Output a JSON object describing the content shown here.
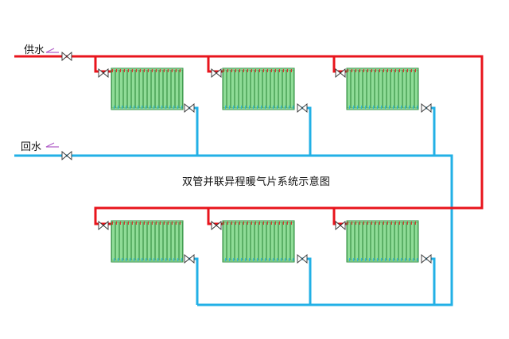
{
  "labels": {
    "supply": "供水",
    "return": "回水",
    "title": "双管并联异程暖气片系统示意图"
  },
  "colors": {
    "supply_pipe": "#e8141c",
    "return_pipe": "#22b0e6",
    "radiator_fill": "#aee9b0",
    "radiator_stroke": "#2f8f3f",
    "arrow": "#b05ec8",
    "background": "#ffffff"
  },
  "components": {
    "radiator_count": 6,
    "radiator_rows": 2,
    "radiators_per_row": 3,
    "valve_icon": "bowtie-valve-icon",
    "flow_arrow_icon": "half-arrow-icon"
  }
}
